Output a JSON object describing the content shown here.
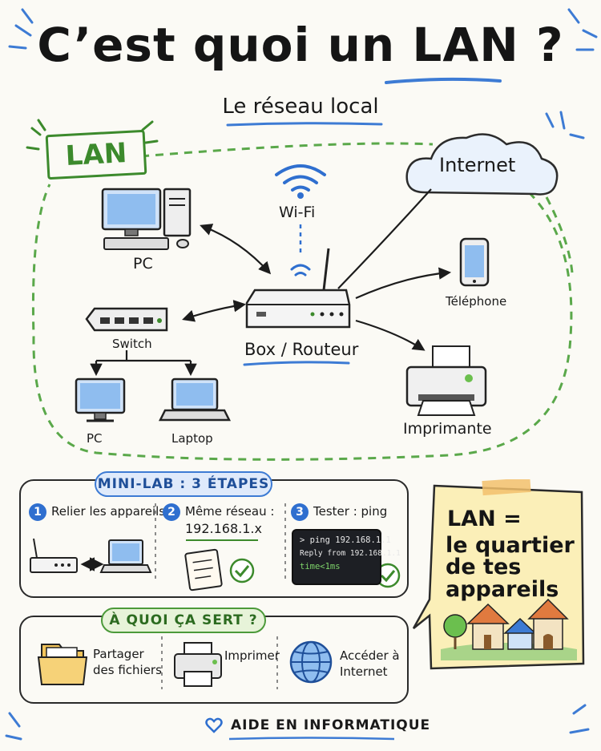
{
  "title": "C’est quoi un LAN ?",
  "subtitle": "Le réseau local",
  "lan_tag": "LAN",
  "network": {
    "internet": "Internet",
    "wifi": "Wi-Fi",
    "router": "Box / Routeur",
    "pc1": "PC",
    "switch": "Switch",
    "pc2": "PC",
    "laptop": "Laptop",
    "phone": "Téléphone",
    "printer": "Imprimante"
  },
  "minilab": {
    "title": "MINI-LAB : 3 ÉTAPES",
    "steps": [
      {
        "num": "1",
        "label": "Relier les appareils"
      },
      {
        "num": "2",
        "label": "Même réseau :",
        "sub": "192.168.1.x"
      },
      {
        "num": "3",
        "label": "Tester : ping"
      }
    ],
    "terminal": {
      "line1": "> ping 192.168.1.1",
      "line2": "Reply from 192.168.1.1",
      "line3": "time<1ms"
    }
  },
  "uses": {
    "title": "À QUOI ÇA SERT ?",
    "items": [
      {
        "label1": "Partager",
        "label2": "des fichiers"
      },
      {
        "label1": "Imprimer",
        "label2": ""
      },
      {
        "label1": "Accéder à",
        "label2": "Internet"
      }
    ]
  },
  "note": {
    "line1": "LAN =",
    "line2": "le quartier",
    "line3": "de tes",
    "line4": "appareils"
  },
  "footer": "AIDE EN INFORMATIQUE",
  "colors": {
    "accent_blue": "#2f6fcf",
    "lan_green": "#3c8a2c",
    "note_yellow": "#fbefb8",
    "background": "#fbfaf5"
  }
}
